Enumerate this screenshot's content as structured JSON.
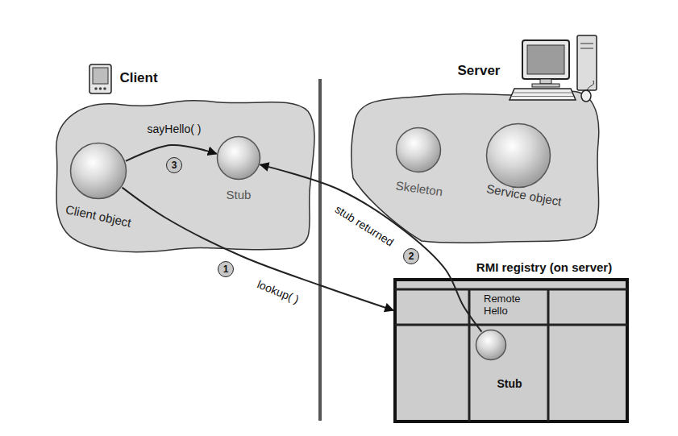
{
  "diagram": {
    "nodes": [
      {
        "text": [
          "Client"
        ]
      },
      {
        "text": [
          "Client object"
        ],
        "in": 0
      },
      {
        "text": [
          "Stub"
        ],
        "in": 0
      },
      {
        "text": [
          "Server"
        ]
      },
      {
        "text": [
          "Skeleton"
        ],
        "in": 3
      },
      {
        "text": [
          "Service object"
        ],
        "in": 3
      },
      {
        "text": [
          "RMI registry (on server)"
        ]
      },
      {
        "text": [
          "Remote Hello"
        ],
        "in": 6
      },
      {
        "text": [
          "Stub"
        ],
        "in": 7
      }
    ],
    "edges": [
      {
        "from": 1,
        "to": 6,
        "arrow": "to",
        "label": "lookup( )"
      },
      {
        "from": 8,
        "to": 2,
        "arrow": "to",
        "label": "stub returned"
      },
      {
        "from": 1,
        "to": 2,
        "arrow": "to",
        "label": "sayHello( )"
      }
    ],
    "labels": [
      "1",
      "2",
      "3"
    ]
  }
}
